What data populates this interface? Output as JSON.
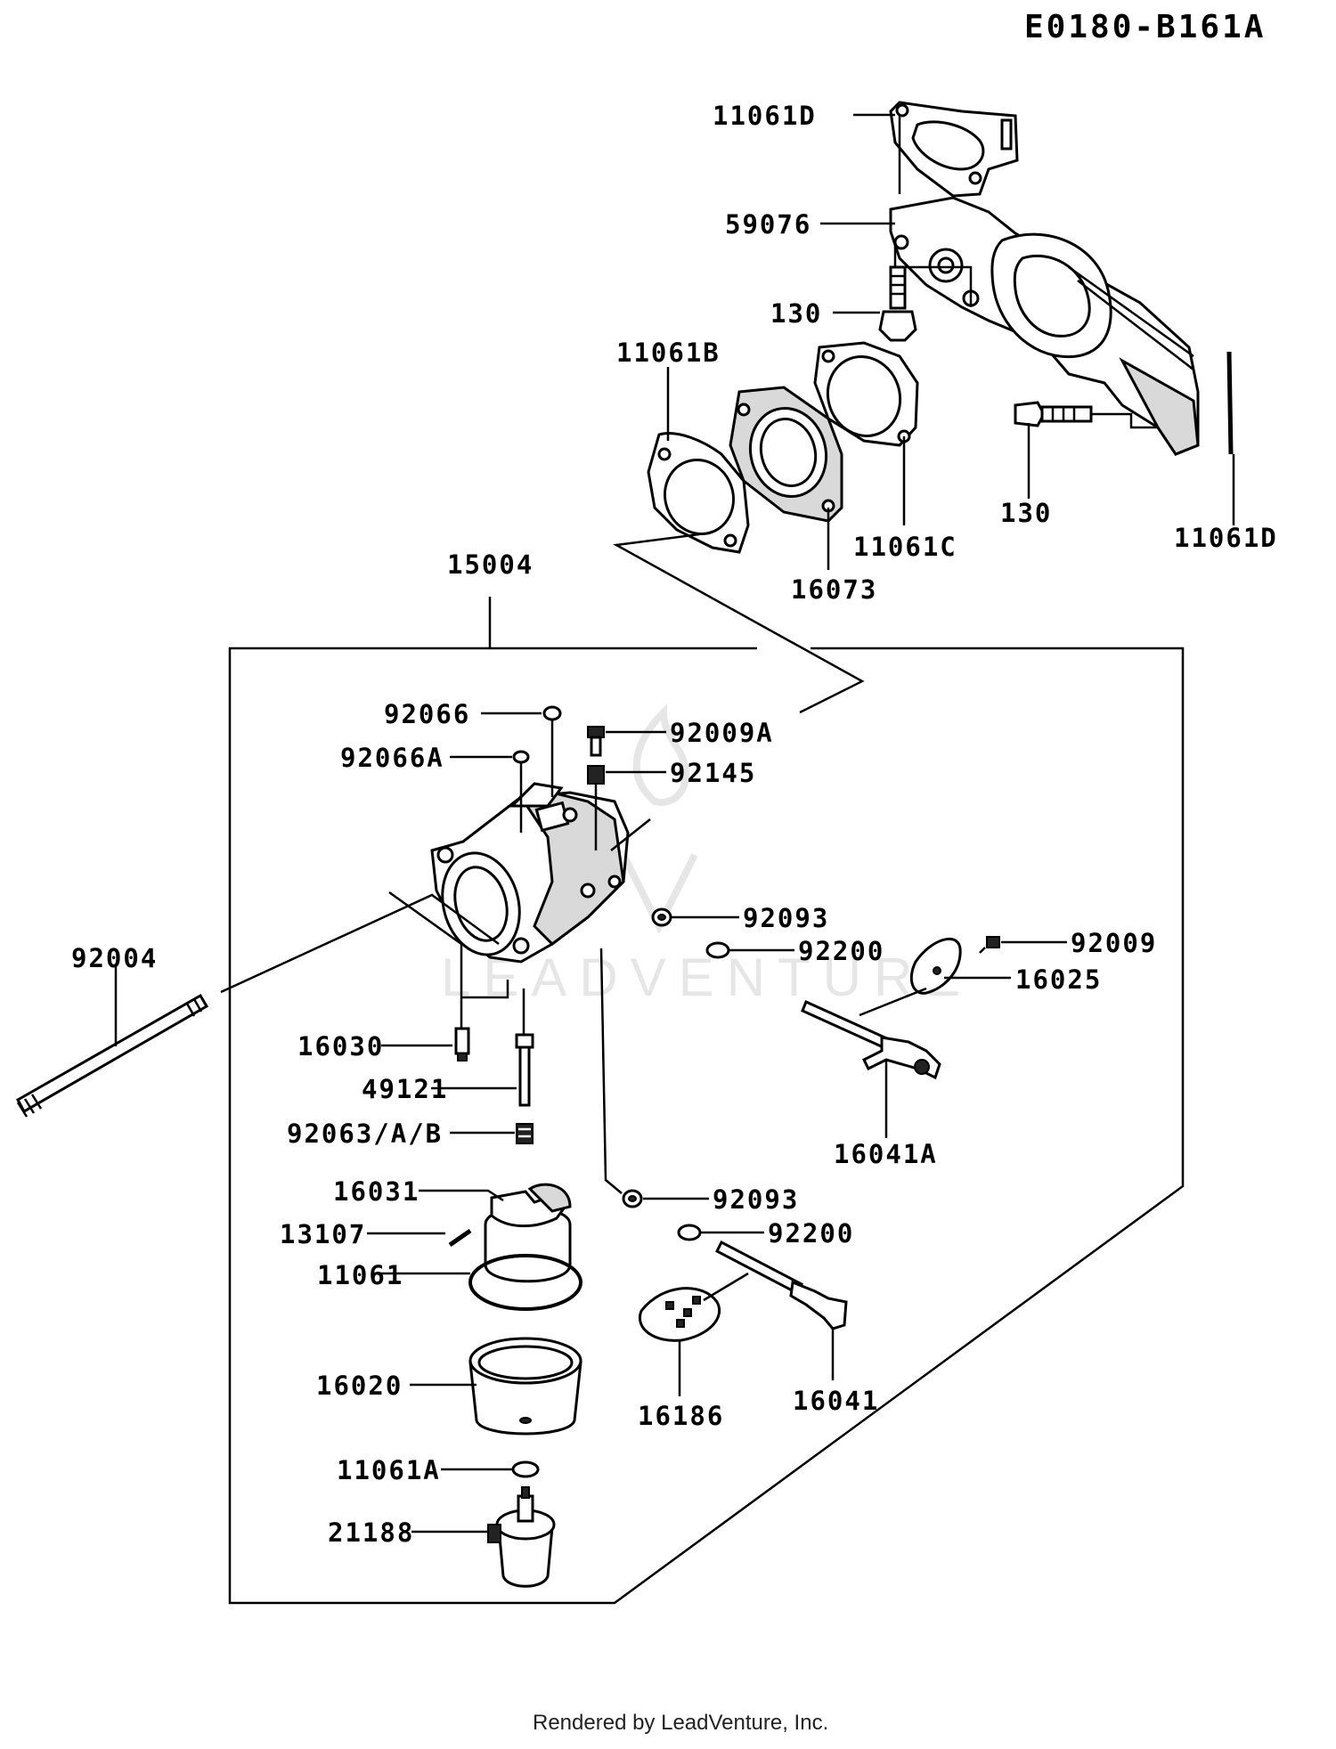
{
  "diagram_code": "E0180-B161A",
  "footer_text": "Rendered by LeadVenture, Inc.",
  "watermark": "LEADVENTURE",
  "callouts": [
    {
      "id": "c1",
      "text": "11061D"
    },
    {
      "id": "c2",
      "text": "59076"
    },
    {
      "id": "c3",
      "text": "130"
    },
    {
      "id": "c4",
      "text": "11061B"
    },
    {
      "id": "c5",
      "text": "130"
    },
    {
      "id": "c6",
      "text": "11061D"
    },
    {
      "id": "c7",
      "text": "11061C"
    },
    {
      "id": "c8",
      "text": "16073"
    },
    {
      "id": "c9",
      "text": "15004"
    },
    {
      "id": "c10",
      "text": "92066"
    },
    {
      "id": "c11",
      "text": "92009A"
    },
    {
      "id": "c12",
      "text": "92066A"
    },
    {
      "id": "c13",
      "text": "92145"
    },
    {
      "id": "c14",
      "text": "92093"
    },
    {
      "id": "c15",
      "text": "92200"
    },
    {
      "id": "c16",
      "text": "92009"
    },
    {
      "id": "c17",
      "text": "16025"
    },
    {
      "id": "c18",
      "text": "92004"
    },
    {
      "id": "c19",
      "text": "16030"
    },
    {
      "id": "c20",
      "text": "49121"
    },
    {
      "id": "c21",
      "text": "92063/A/B"
    },
    {
      "id": "c22",
      "text": "16041A"
    },
    {
      "id": "c23",
      "text": "16031"
    },
    {
      "id": "c24",
      "text": "92093"
    },
    {
      "id": "c25",
      "text": "13107"
    },
    {
      "id": "c26",
      "text": "92200"
    },
    {
      "id": "c27",
      "text": "11061"
    },
    {
      "id": "c28",
      "text": "16020"
    },
    {
      "id": "c29",
      "text": "16186"
    },
    {
      "id": "c30",
      "text": "16041"
    },
    {
      "id": "c31",
      "text": "11061A"
    },
    {
      "id": "c32",
      "text": "21188"
    }
  ]
}
